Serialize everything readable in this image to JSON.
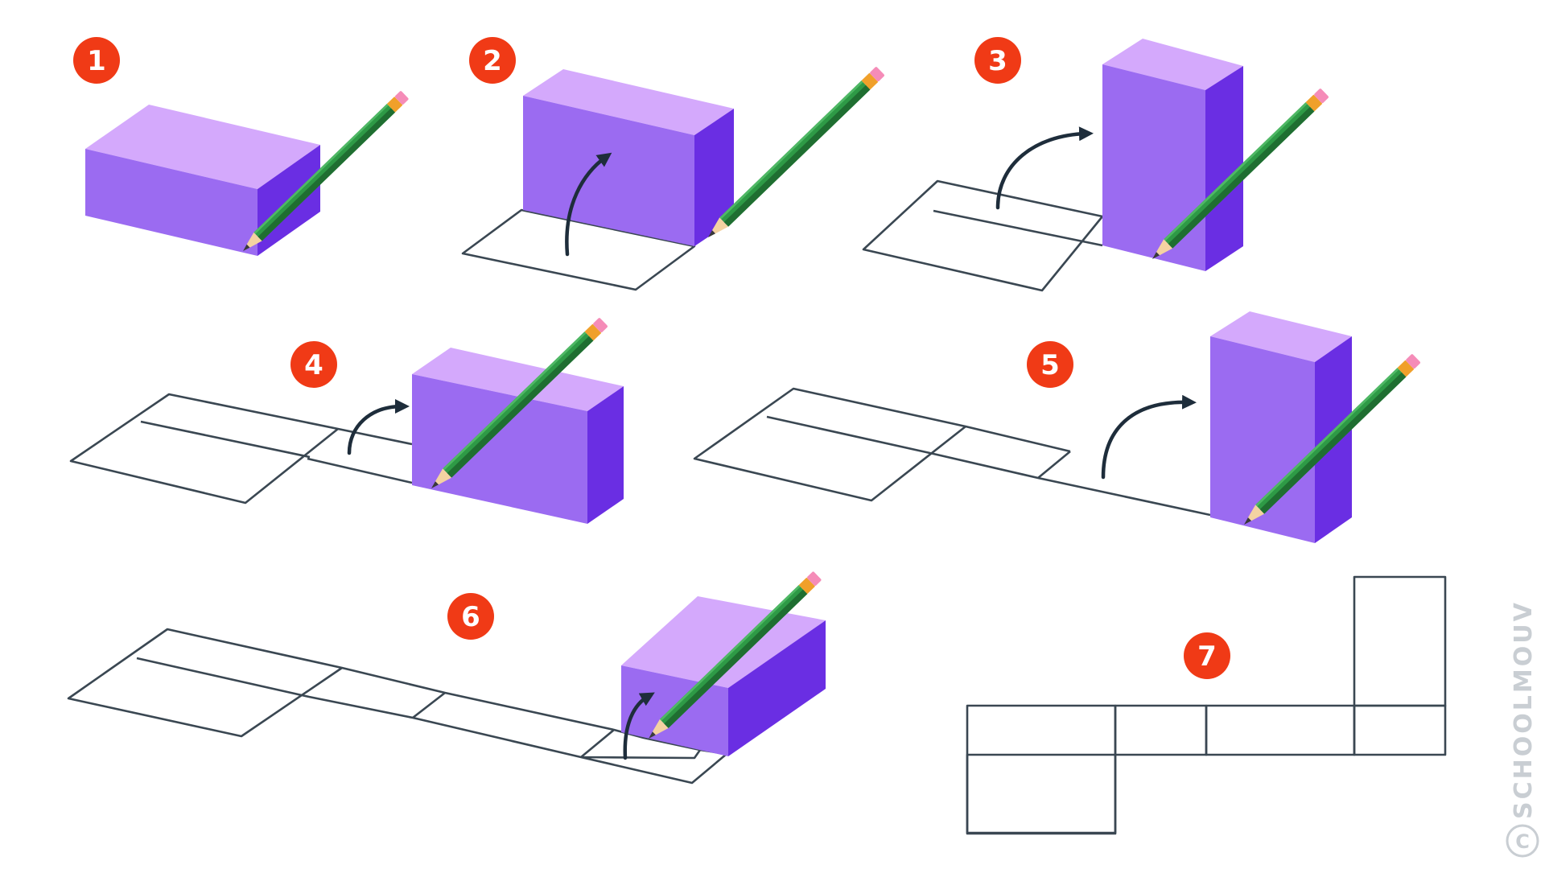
{
  "steps": [
    {
      "label": "1"
    },
    {
      "label": "2"
    },
    {
      "label": "3"
    },
    {
      "label": "4"
    },
    {
      "label": "5"
    },
    {
      "label": "6"
    },
    {
      "label": "7"
    }
  ],
  "watermark": {
    "text": "SCHOOLMOUV",
    "symbol": "C"
  },
  "colors": {
    "badge": "#f03a16",
    "box_top": "#d4a9fc",
    "box_front": "#9b6bf1",
    "box_side": "#6a2ee3",
    "pencil_body": "#2e9a46",
    "pencil_dark": "#1f6e31",
    "pencil_band": "#f0a02a",
    "pencil_eraser": "#f58cb8",
    "net_line": "#3a4752",
    "arrow": "#1e2d3b",
    "watermark": "#c9ced3"
  },
  "icons": [
    "pencil-icon",
    "curved-arrow-icon",
    "copyright-icon"
  ]
}
